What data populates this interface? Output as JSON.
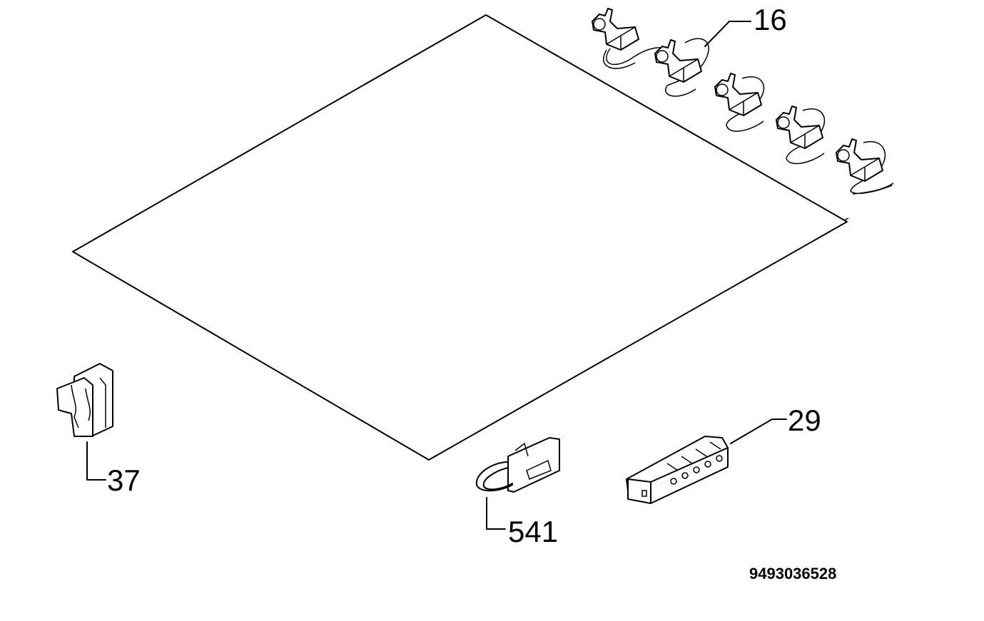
{
  "labels": {
    "switch_row": "16",
    "terminal_block": "29",
    "bracket": "37",
    "thermostat_clip": "541"
  },
  "drawing_code": "9493036528",
  "colors": {
    "line": "#000000",
    "background": "#ffffff"
  }
}
